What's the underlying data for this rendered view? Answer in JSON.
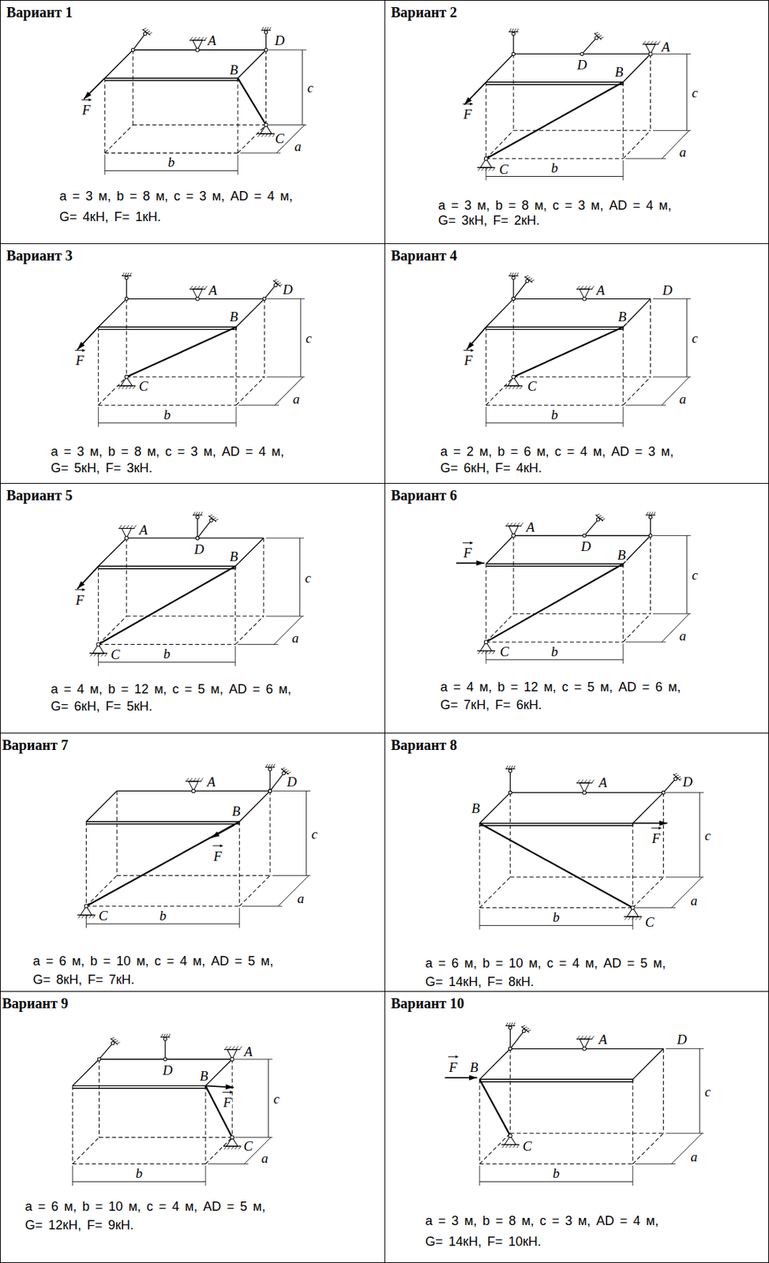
{
  "diagram": {
    "nodes": [
      {
        "text": [
          "Вариант 1",
          "a = 3 м, b = 8 м, c = 3 м, AD = 4 м,",
          "G= 4кН, F= 1кН."
        ]
      },
      {
        "text": [
          "Вариант 2",
          "a = 3 м, b = 8 м, c = 3 м, AD = 4 м,",
          "G= 3кН, F= 2кН."
        ]
      },
      {
        "text": [
          "Вариант 3",
          "a = 3 м, b = 8 м, c = 3 м, AD = 4 м,",
          "G= 5кН, F= 3кН."
        ]
      },
      {
        "text": [
          "Вариант 4",
          "a = 2 м, b = 6 м, c = 4 м, AD = 3 м,",
          "G= 6кН, F= 4кН."
        ]
      },
      {
        "text": [
          "Вариант 5",
          "a = 4 м, b = 12 м, c = 5 м, AD = 6 м,",
          "G= 6кН, F= 5кН."
        ]
      },
      {
        "text": [
          "Вариант 6",
          "a = 4 м, b = 12 м, c = 5 м, AD = 6 м,",
          "G= 7кН, F= 6кН."
        ]
      },
      {
        "text": [
          "Вариант 7",
          "a = 6 м, b = 10 м, c = 4 м, AD = 5 м,",
          "G= 8кН, F= 7кН."
        ]
      },
      {
        "text": [
          "Вариант 8",
          "a = 6 м, b = 10 м, c = 4 м, AD = 5 м,",
          "G= 14кН, F= 8кН."
        ]
      },
      {
        "text": [
          "Вариант 9",
          "a = 6 м, b = 10 м, c = 4 м, AD = 5 м,",
          "G= 12кН, F= 9кН."
        ]
      },
      {
        "text": [
          "Вариант 10",
          "a = 3 м, b = 8 м, c = 3 м, AD = 4 м,",
          "G= 14кН, F= 10кН."
        ]
      }
    ],
    "labels": [
      "A",
      "D",
      "B",
      "C",
      "F",
      "b",
      "c",
      "a",
      "D",
      "A",
      "B",
      "C",
      "F",
      "b",
      "c",
      "a",
      "A",
      "D",
      "B",
      "C",
      "F",
      "b",
      "c",
      "a",
      "A",
      "D",
      "B",
      "C",
      "F",
      "b",
      "c",
      "a",
      "A",
      "D",
      "B",
      "C",
      "F",
      "b",
      "c",
      "a",
      "A",
      "D",
      "B",
      "C",
      "F",
      "b",
      "c",
      "a",
      "A",
      "D",
      "B",
      "C",
      "F",
      "b",
      "c",
      "a",
      "B",
      "A",
      "D",
      "F",
      "C",
      "b",
      "c",
      "a",
      "D",
      "A",
      "B",
      "F",
      "C",
      "b",
      "c",
      "a",
      "F",
      "B",
      "A",
      "D",
      "C",
      "b",
      "c",
      "a"
    ]
  }
}
